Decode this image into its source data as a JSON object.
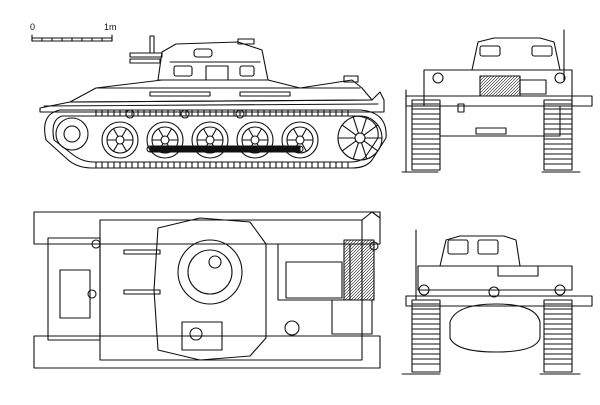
{
  "scale_bar": {
    "start_label": "0",
    "end_label": "1m"
  },
  "views": [
    "side-view",
    "front-view",
    "top-view",
    "rear-view"
  ]
}
